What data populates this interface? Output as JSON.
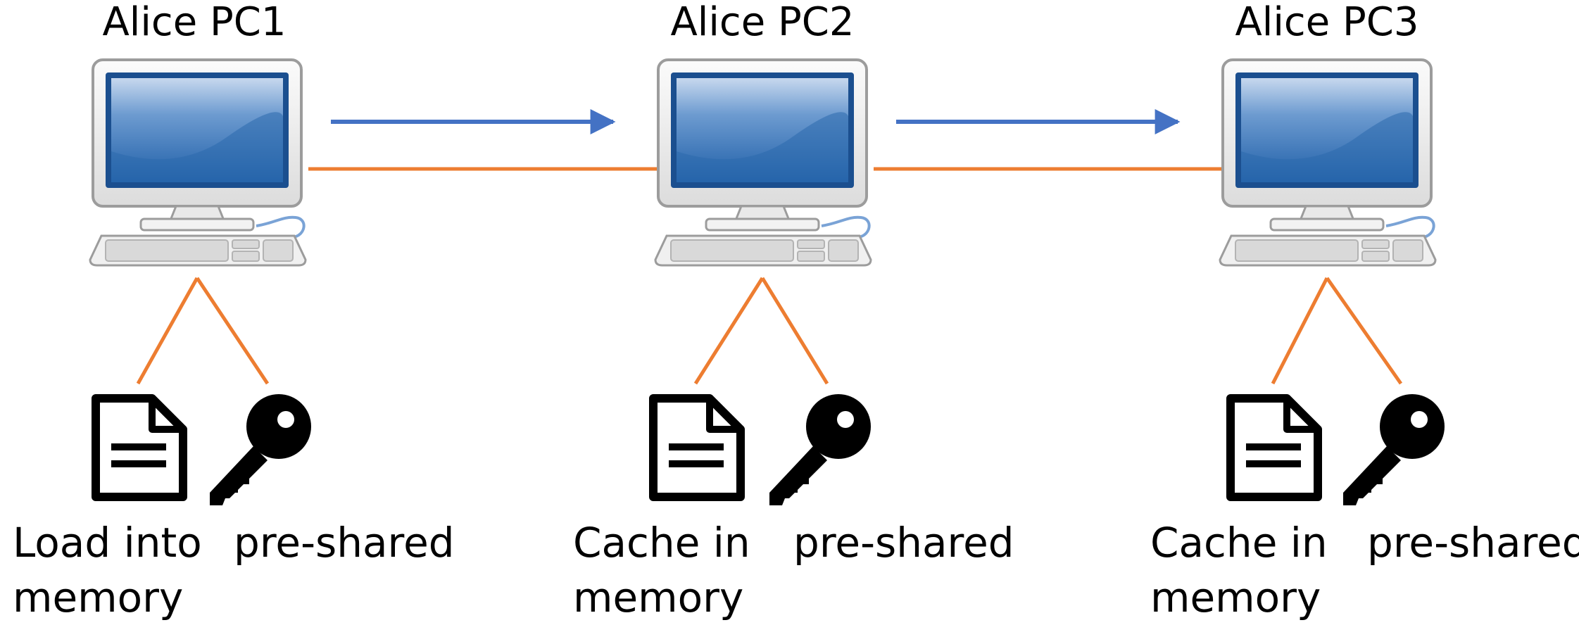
{
  "colors": {
    "arrow": "#4472c4",
    "link": "#ed7d31",
    "screen": "#2f6fb5",
    "icon": "#000000"
  },
  "computers": [
    {
      "title": "Alice PC1",
      "doc_caption": [
        "Load into",
        "memory"
      ],
      "key_caption": "pre-shared"
    },
    {
      "title": "Alice PC2",
      "doc_caption": [
        "Cache in",
        "memory"
      ],
      "key_caption": "pre-shared"
    },
    {
      "title": "Alice PC3",
      "doc_caption": [
        "Cache in",
        "memory"
      ],
      "key_caption": "pre-shared"
    }
  ],
  "icons": [
    "computer-icon",
    "document-icon",
    "key-icon",
    "arrow-right-icon"
  ]
}
